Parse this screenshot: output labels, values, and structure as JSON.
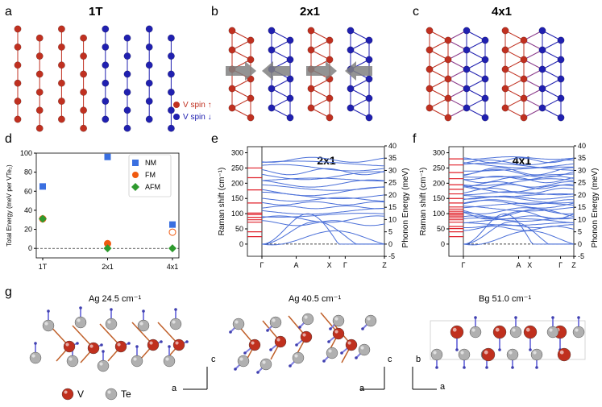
{
  "panel_letters": {
    "a": "a",
    "b": "b",
    "c": "c",
    "d": "d",
    "e": "e",
    "f": "f",
    "g": "g"
  },
  "lattice_titles": {
    "a": "1T",
    "b": "2x1",
    "c": "4x1"
  },
  "spin_legend": {
    "up": "V spin ↑",
    "down": "V spin ↓"
  },
  "colors": {
    "spin_up": "#c03020",
    "spin_down": "#2020b0",
    "nm": "#3a6fe0",
    "fm": "#f05a10",
    "afm": "#2e9a2e",
    "phonon": "#4a6fd8",
    "raman": "#e0202a",
    "arrow": "#8080e0"
  },
  "atom_legend": {
    "v": "V",
    "te": "Te"
  },
  "modes": {
    "m1": "Ag 24.5 cm⁻¹",
    "m2": "Ag 40.5 cm⁻¹",
    "m3": "Bg 51.0 cm⁻¹"
  },
  "axes_small": {
    "c": "c",
    "a": "a",
    "b": "b"
  },
  "chart_data": [
    {
      "type": "scatter",
      "ylabel": "Total Energy (meV per VTe₂)",
      "categories": [
        "1T",
        "2x1",
        "4x1"
      ],
      "ylim": [
        -10,
        100
      ],
      "yticks": [
        "0",
        "20",
        "40",
        "60",
        "80",
        "100"
      ],
      "series": [
        {
          "name": "NM",
          "values": [
            65,
            96,
            25
          ]
        },
        {
          "name": "FM",
          "values": [
            31,
            5,
            17
          ]
        },
        {
          "name": "AFM",
          "values": [
            31,
            0,
            0
          ]
        }
      ]
    },
    {
      "type": "line",
      "title": "2x1",
      "ylabel": "Raman shift (cm⁻¹)",
      "y2label": "Phonon Energy (meV)",
      "yticks": [
        "0",
        "50",
        "100",
        "150",
        "200",
        "250",
        "300"
      ],
      "y2ticks": [
        "-5",
        "0",
        "5",
        "10",
        "15",
        "20",
        "25",
        "30",
        "35",
        "40"
      ],
      "xticks": [
        "Γ",
        "A",
        "X",
        "Γ",
        "Z"
      ],
      "raman_lines": [
        24.5,
        40.5,
        72,
        80,
        88,
        97,
        102,
        135,
        178,
        218,
        250
      ]
    },
    {
      "type": "line",
      "title": "4x1",
      "ylabel": "Raman shift (cm⁻¹)",
      "y2label": "Phonon Energy (meV)",
      "yticks": [
        "0",
        "50",
        "100",
        "150",
        "200",
        "250",
        "300"
      ],
      "y2ticks": [
        "-5",
        "0",
        "5",
        "10",
        "15",
        "20",
        "25",
        "30",
        "35",
        "40"
      ],
      "xticks": [
        "Γ",
        "A",
        "X",
        "Γ",
        "Z"
      ],
      "raman_lines": [
        24.5,
        40.5,
        51,
        58,
        72,
        80,
        86,
        92,
        97,
        102,
        108,
        115,
        122,
        135,
        150,
        165,
        180,
        195,
        215,
        235,
        260,
        280
      ]
    }
  ]
}
